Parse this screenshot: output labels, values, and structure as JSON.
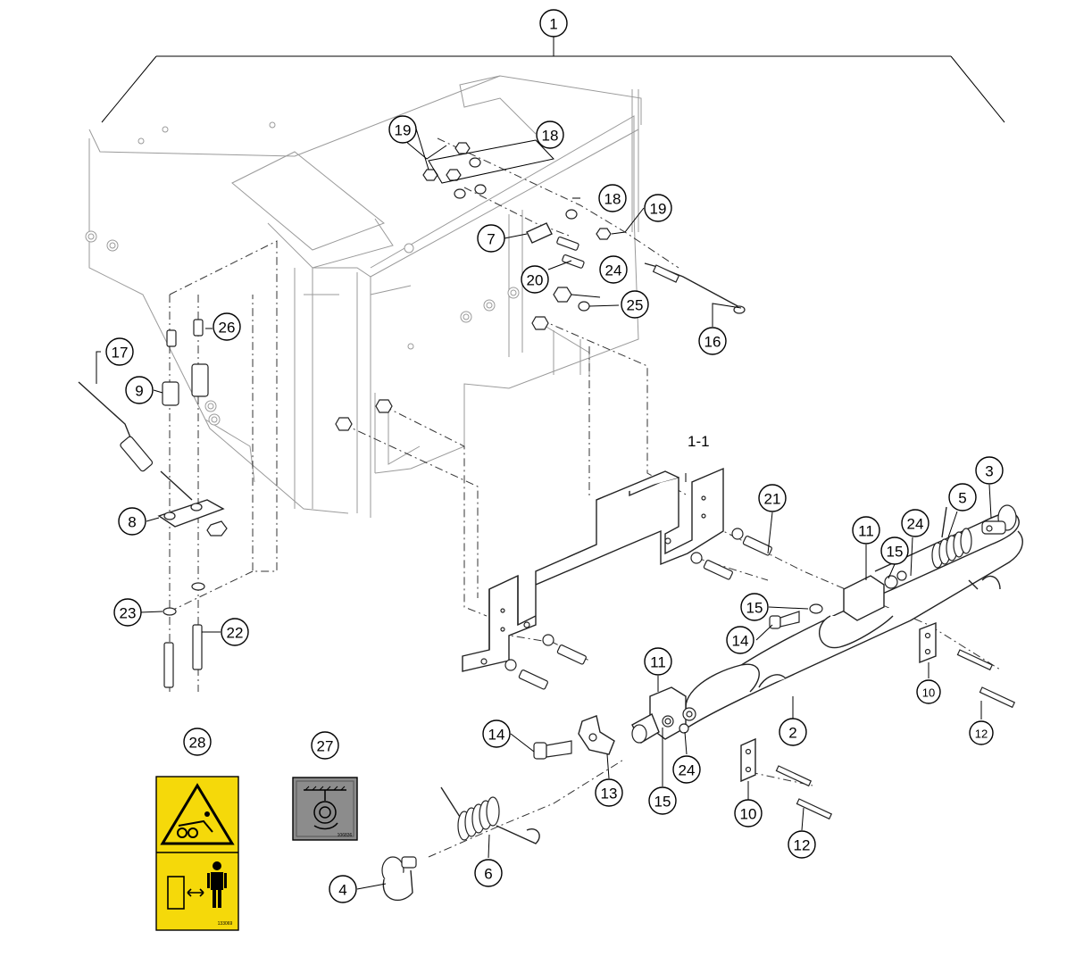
{
  "diagram": {
    "assembly_label": "1-1",
    "callouts": [
      {
        "id": "c1",
        "label": "1"
      },
      {
        "id": "c2",
        "label": "2"
      },
      {
        "id": "c3",
        "label": "3"
      },
      {
        "id": "c4",
        "label": "4"
      },
      {
        "id": "c5",
        "label": "5"
      },
      {
        "id": "c6",
        "label": "6"
      },
      {
        "id": "c7",
        "label": "7"
      },
      {
        "id": "c8",
        "label": "8"
      },
      {
        "id": "c9",
        "label": "9"
      },
      {
        "id": "c10a",
        "label": "10"
      },
      {
        "id": "c10b",
        "label": "10"
      },
      {
        "id": "c11a",
        "label": "11"
      },
      {
        "id": "c11b",
        "label": "11"
      },
      {
        "id": "c12a",
        "label": "12"
      },
      {
        "id": "c12b",
        "label": "12"
      },
      {
        "id": "c13",
        "label": "13"
      },
      {
        "id": "c14a",
        "label": "14"
      },
      {
        "id": "c14b",
        "label": "14"
      },
      {
        "id": "c15a",
        "label": "15"
      },
      {
        "id": "c15b",
        "label": "15"
      },
      {
        "id": "c15c",
        "label": "15"
      },
      {
        "id": "c16",
        "label": "16"
      },
      {
        "id": "c17",
        "label": "17"
      },
      {
        "id": "c18a",
        "label": "18"
      },
      {
        "id": "c18b",
        "label": "18"
      },
      {
        "id": "c19a",
        "label": "19"
      },
      {
        "id": "c19b",
        "label": "19"
      },
      {
        "id": "c20",
        "label": "20"
      },
      {
        "id": "c21",
        "label": "21"
      },
      {
        "id": "c22",
        "label": "22"
      },
      {
        "id": "c23",
        "label": "23"
      },
      {
        "id": "c24a",
        "label": "24"
      },
      {
        "id": "c24b",
        "label": "24"
      },
      {
        "id": "c24c",
        "label": "24"
      },
      {
        "id": "c25",
        "label": "25"
      },
      {
        "id": "c26",
        "label": "26"
      },
      {
        "id": "c27",
        "label": "27"
      },
      {
        "id": "c28",
        "label": "28"
      }
    ]
  },
  "decals": {
    "decal_28": {
      "part_number": "133069",
      "background": "#f5d90a",
      "icon": "crush-hazard-icon"
    },
    "decal_27": {
      "part_number": "106836",
      "background": "#8c8c8c",
      "icon": "spring-tension-icon"
    }
  },
  "colors": {
    "line": "#222222",
    "ghost": "#9a9a9a",
    "warning_yellow": "#f5d90a"
  }
}
